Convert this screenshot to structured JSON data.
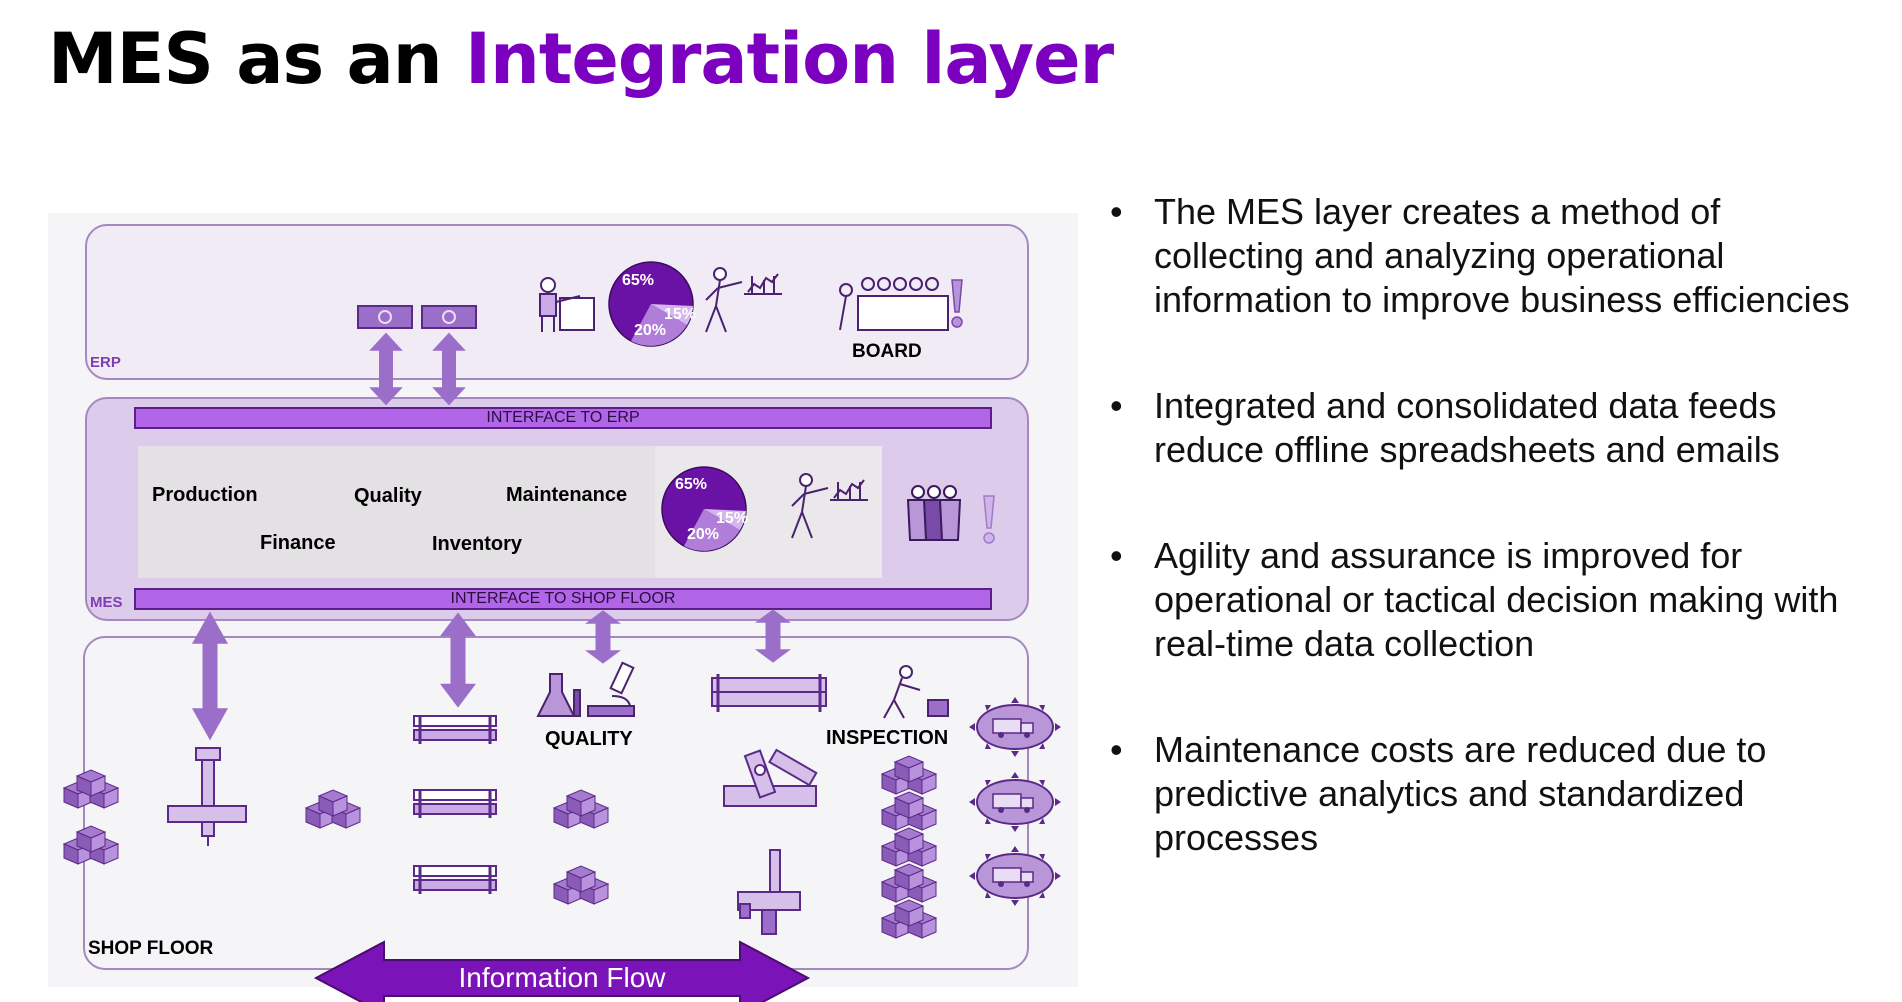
{
  "title": {
    "prefix": "MES as an ",
    "accent": "Integration layer"
  },
  "diagram": {
    "erp": {
      "label": "ERP",
      "board_label": "BOARD",
      "pie": {
        "big": "65%",
        "mid": "15%",
        "small": "20%"
      }
    },
    "mes": {
      "label": "MES",
      "interface_erp": "INTERFACE TO ERP",
      "interface_shop": "INTERFACE TO SHOP FLOOR",
      "modules": {
        "production": "Production",
        "quality": "Quality",
        "maintenance": "Maintenance",
        "finance": "Finance",
        "inventory": "Inventory"
      },
      "pie": {
        "big": "65%",
        "mid": "15%",
        "small": "20%"
      }
    },
    "shop_floor": {
      "label": "SHOP FLOOR",
      "quality_label": "QUALITY",
      "inspection_label": "INSPECTION"
    },
    "flow_label": "Information Flow"
  },
  "bullets": [
    "The MES layer creates a method of collecting and analyzing operational information to improve business efficiencies",
    "Integrated and consolidated data feeds reduce offline spreadsheets and emails",
    "Agility and assurance is improved for operational or tactical decision making with real-time data collection",
    "Maintenance costs are reduced due to predictive analytics and standardized processes"
  ],
  "colors": {
    "accent": "#7b00bf",
    "band_fill": "#e6dbef",
    "arrow": "#9b6fc9",
    "icon": "#7a4aa8"
  },
  "icons": [
    "money-icon",
    "worker-desk-icon",
    "pie-chart-icon",
    "presenter-icon",
    "board-meeting-icon",
    "alert-icon",
    "team-icon",
    "roller-conveyor-icon",
    "lab-flask-icon",
    "microscope-icon",
    "inspector-icon",
    "crate-stack-icon",
    "truck-hub-icon",
    "drill-machine-icon",
    "robot-arm-icon"
  ]
}
